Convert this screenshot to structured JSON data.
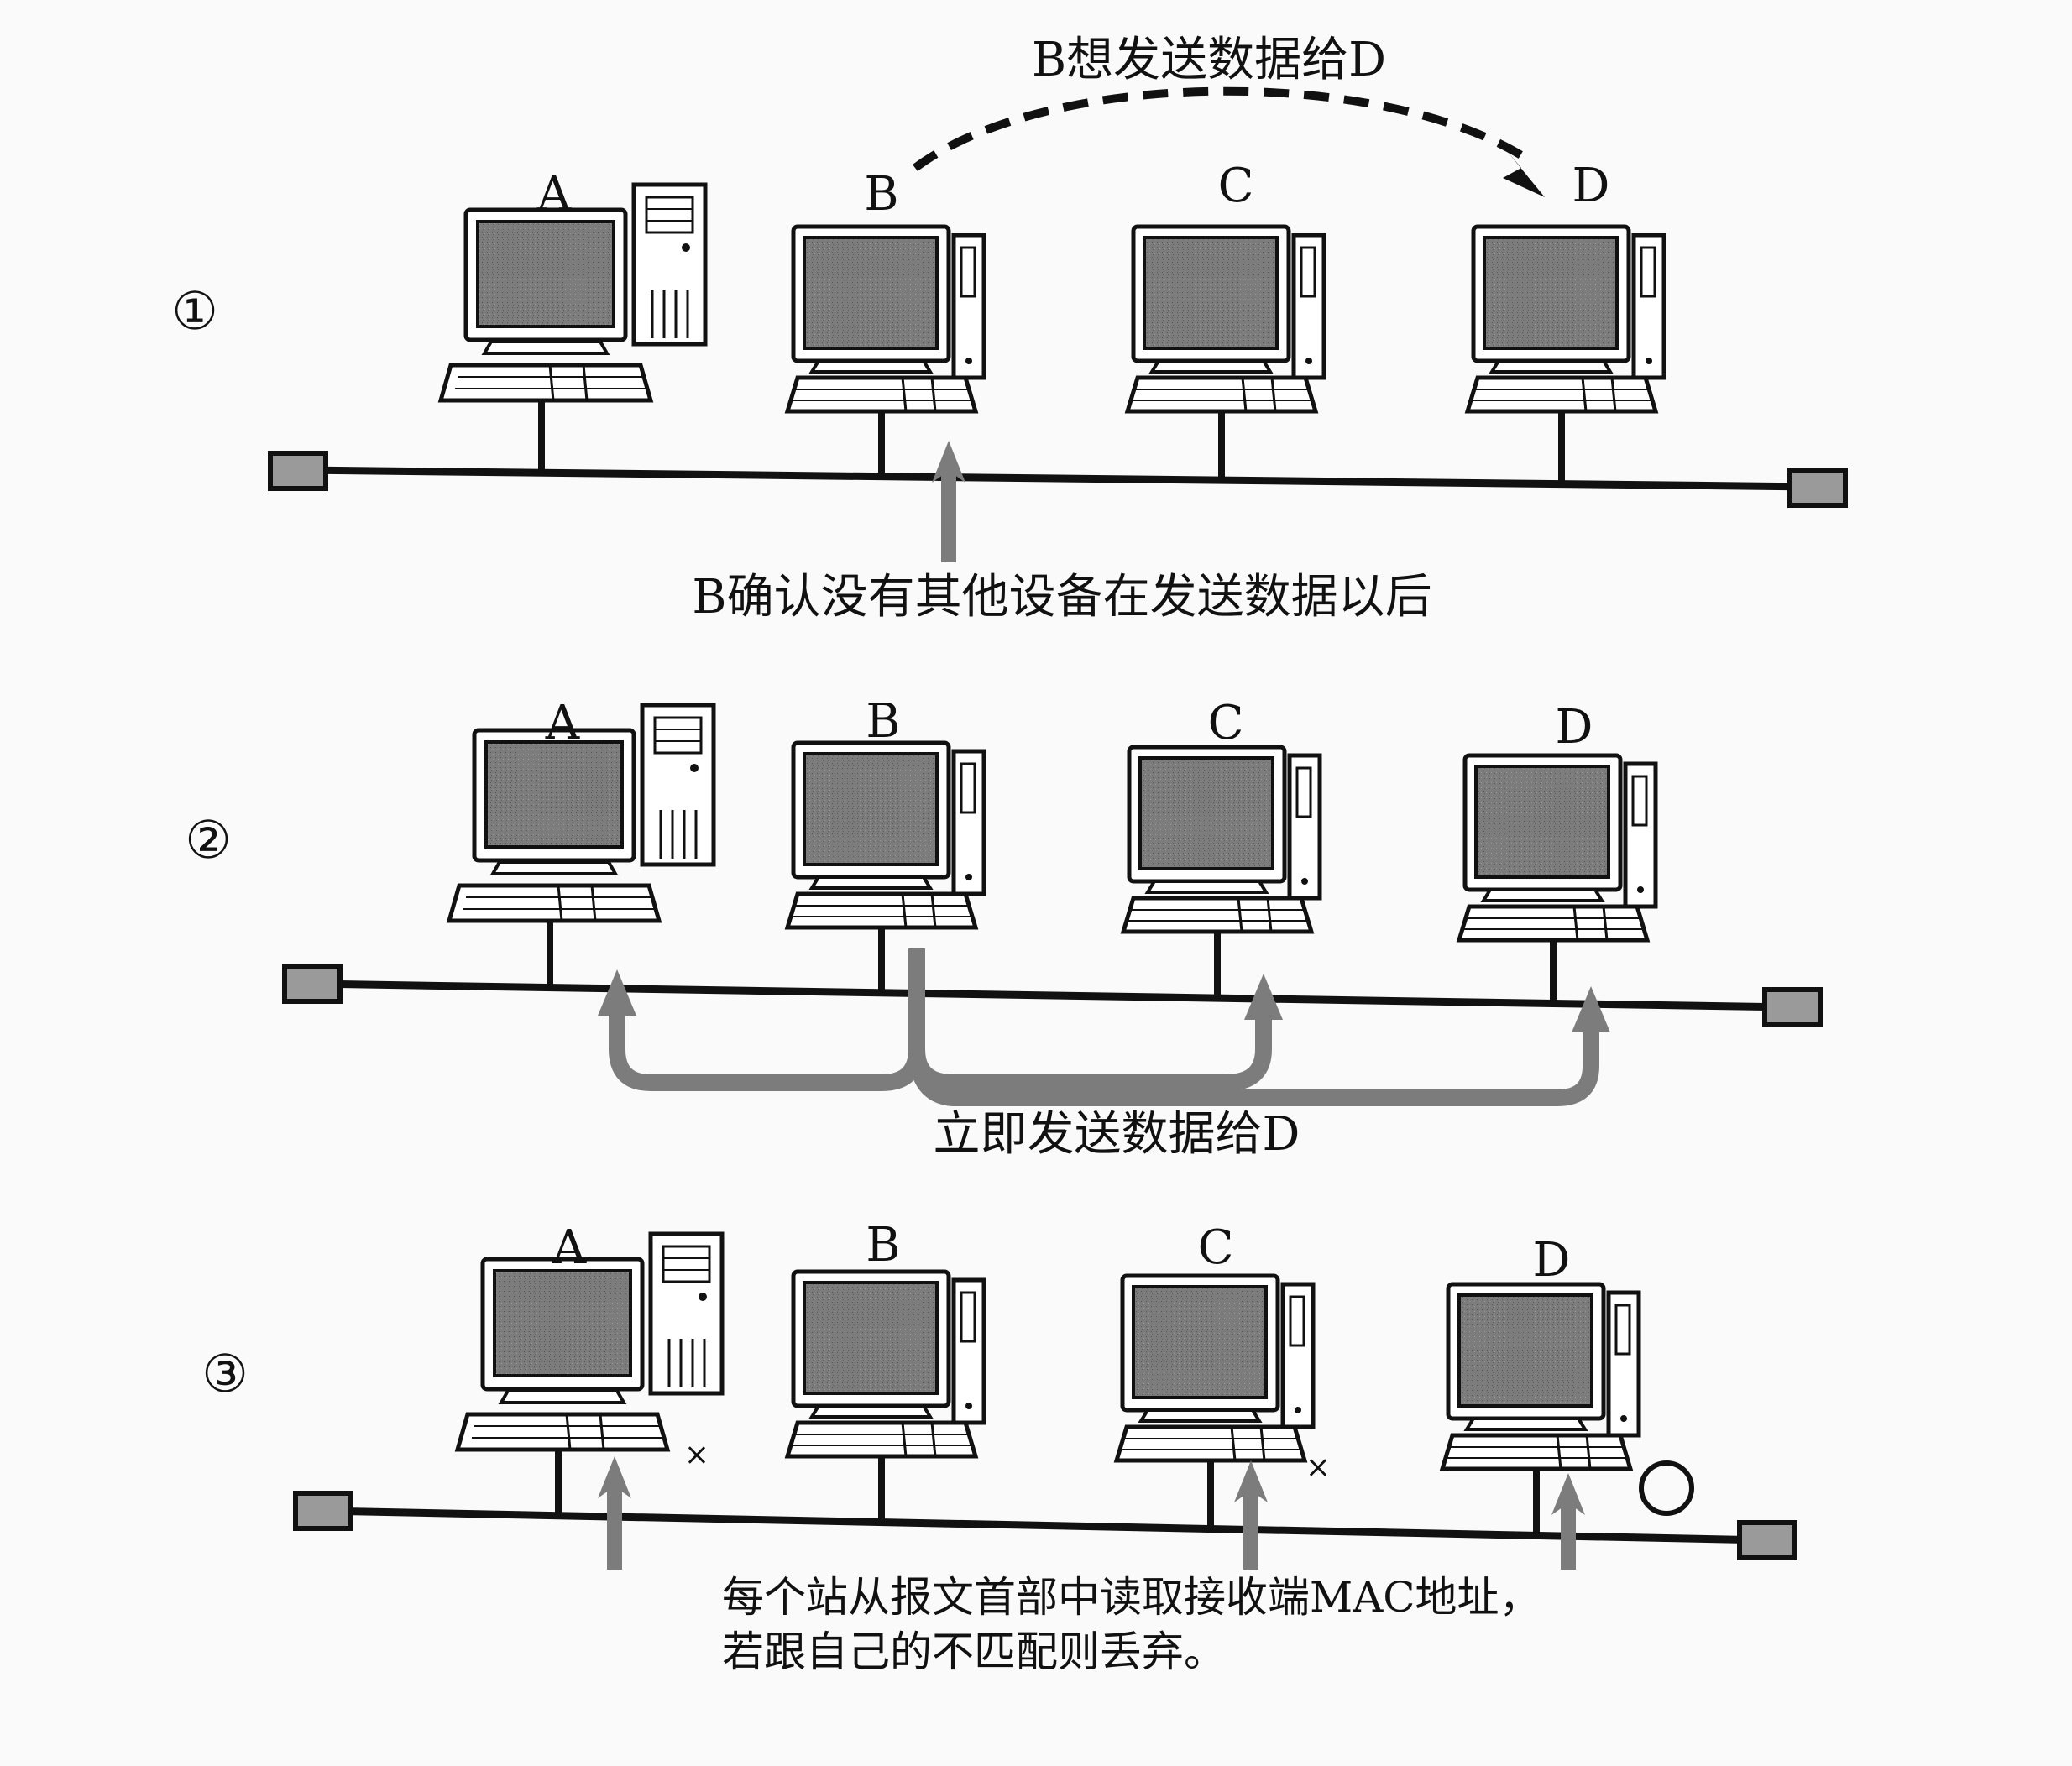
{
  "panels": [
    {
      "number": "①",
      "stations": [
        "A",
        "B",
        "C",
        "D"
      ],
      "top_caption": "B想发送数据给D",
      "bottom_caption": "B确认没有其他设备在发送数据以后"
    },
    {
      "number": "②",
      "stations": [
        "A",
        "B",
        "C",
        "D"
      ],
      "bottom_caption": "立即发送数据给D"
    },
    {
      "number": "③",
      "stations": [
        "A",
        "B",
        "C",
        "D"
      ],
      "bottom_caption_line1": "每个站从报文首部中读取接收端MAC地址，",
      "bottom_caption_line2": "若跟自己的不匹配则丢弃。",
      "marks": [
        "×",
        "×"
      ]
    }
  ],
  "colors": {
    "ink": "#111111",
    "screen": "#7a7a7a",
    "arrow": "#7c7c7c",
    "terminator": "#9a9a9a"
  }
}
